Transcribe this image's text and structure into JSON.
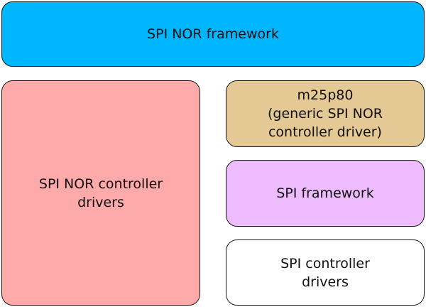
{
  "boxes": {
    "spi_nor_framework": {
      "label": "SPI NOR framework",
      "color": "#00b7ff"
    },
    "spi_nor_controller_drivers": {
      "label": "SPI NOR controller\ndrivers",
      "color": "#ffaaaa"
    },
    "m25p80": {
      "label": "m25p80\n(generic SPI NOR\ncontroller driver)",
      "color": "#e5c995"
    },
    "spi_framework": {
      "label": "SPI framework",
      "color": "#eebbff"
    },
    "spi_controller_drivers": {
      "label": "SPI controller\ndrivers",
      "color": "#ffffff"
    }
  }
}
